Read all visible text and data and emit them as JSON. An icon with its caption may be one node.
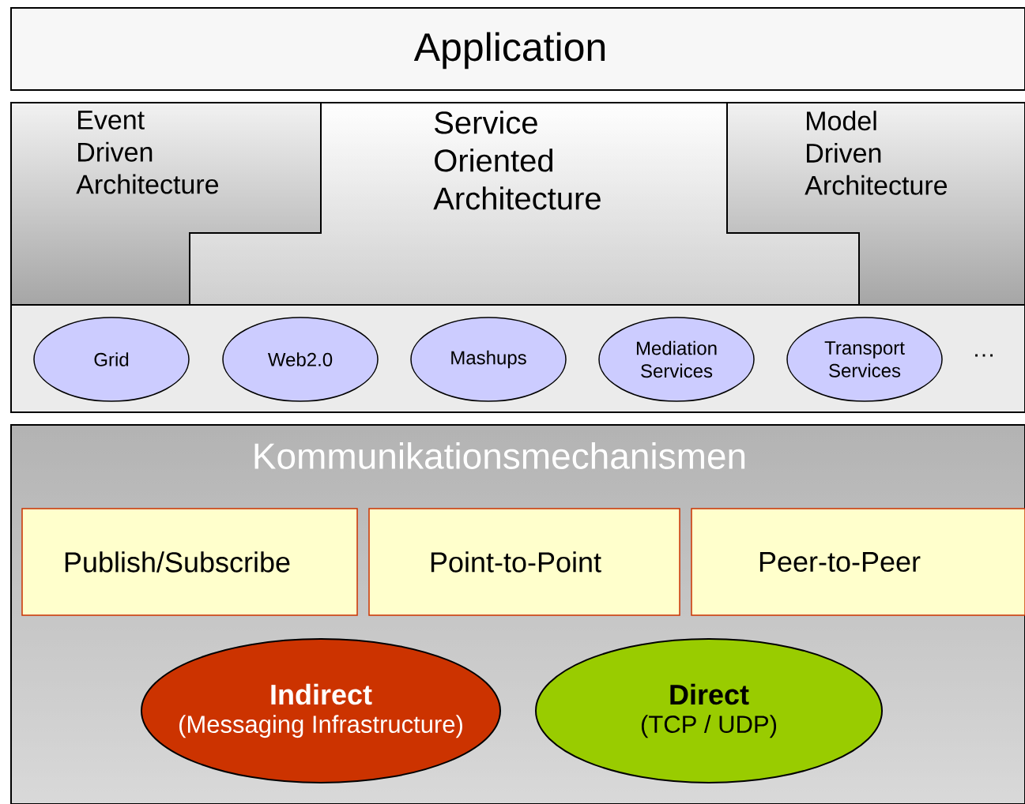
{
  "diagram": {
    "nodes": [
      {
        "text": [
          "Application"
        ]
      },
      {
        "text": [
          "Event Driven Architecture"
        ]
      },
      {
        "text": [
          "Service Oriented Architecture"
        ]
      },
      {
        "text": [
          "Model Driven Architecture"
        ]
      },
      {
        "text": [
          "…"
        ]
      },
      {
        "text": [
          "Grid"
        ],
        "in": 4
      },
      {
        "text": [
          "Web2.0"
        ],
        "in": 4
      },
      {
        "text": [
          "Mashups"
        ],
        "in": 4
      },
      {
        "text": [
          "Mediation Services"
        ],
        "in": 4
      },
      {
        "text": [
          "Transport Services"
        ],
        "in": 4
      },
      {
        "text": [
          "Kommunikationsmechanismen"
        ]
      },
      {
        "text": [
          "Publish/Subscribe"
        ],
        "in": 10
      },
      {
        "text": [
          "Point-to-Point"
        ],
        "in": 10
      },
      {
        "text": [
          "Peer-to-Peer"
        ],
        "in": 10
      },
      {
        "text": [
          "Indirect",
          "(Messaging Infrastructure)"
        ],
        "in": 10
      },
      {
        "text": [
          "Direct",
          "(TCP / UDP)"
        ],
        "in": 10
      }
    ]
  }
}
